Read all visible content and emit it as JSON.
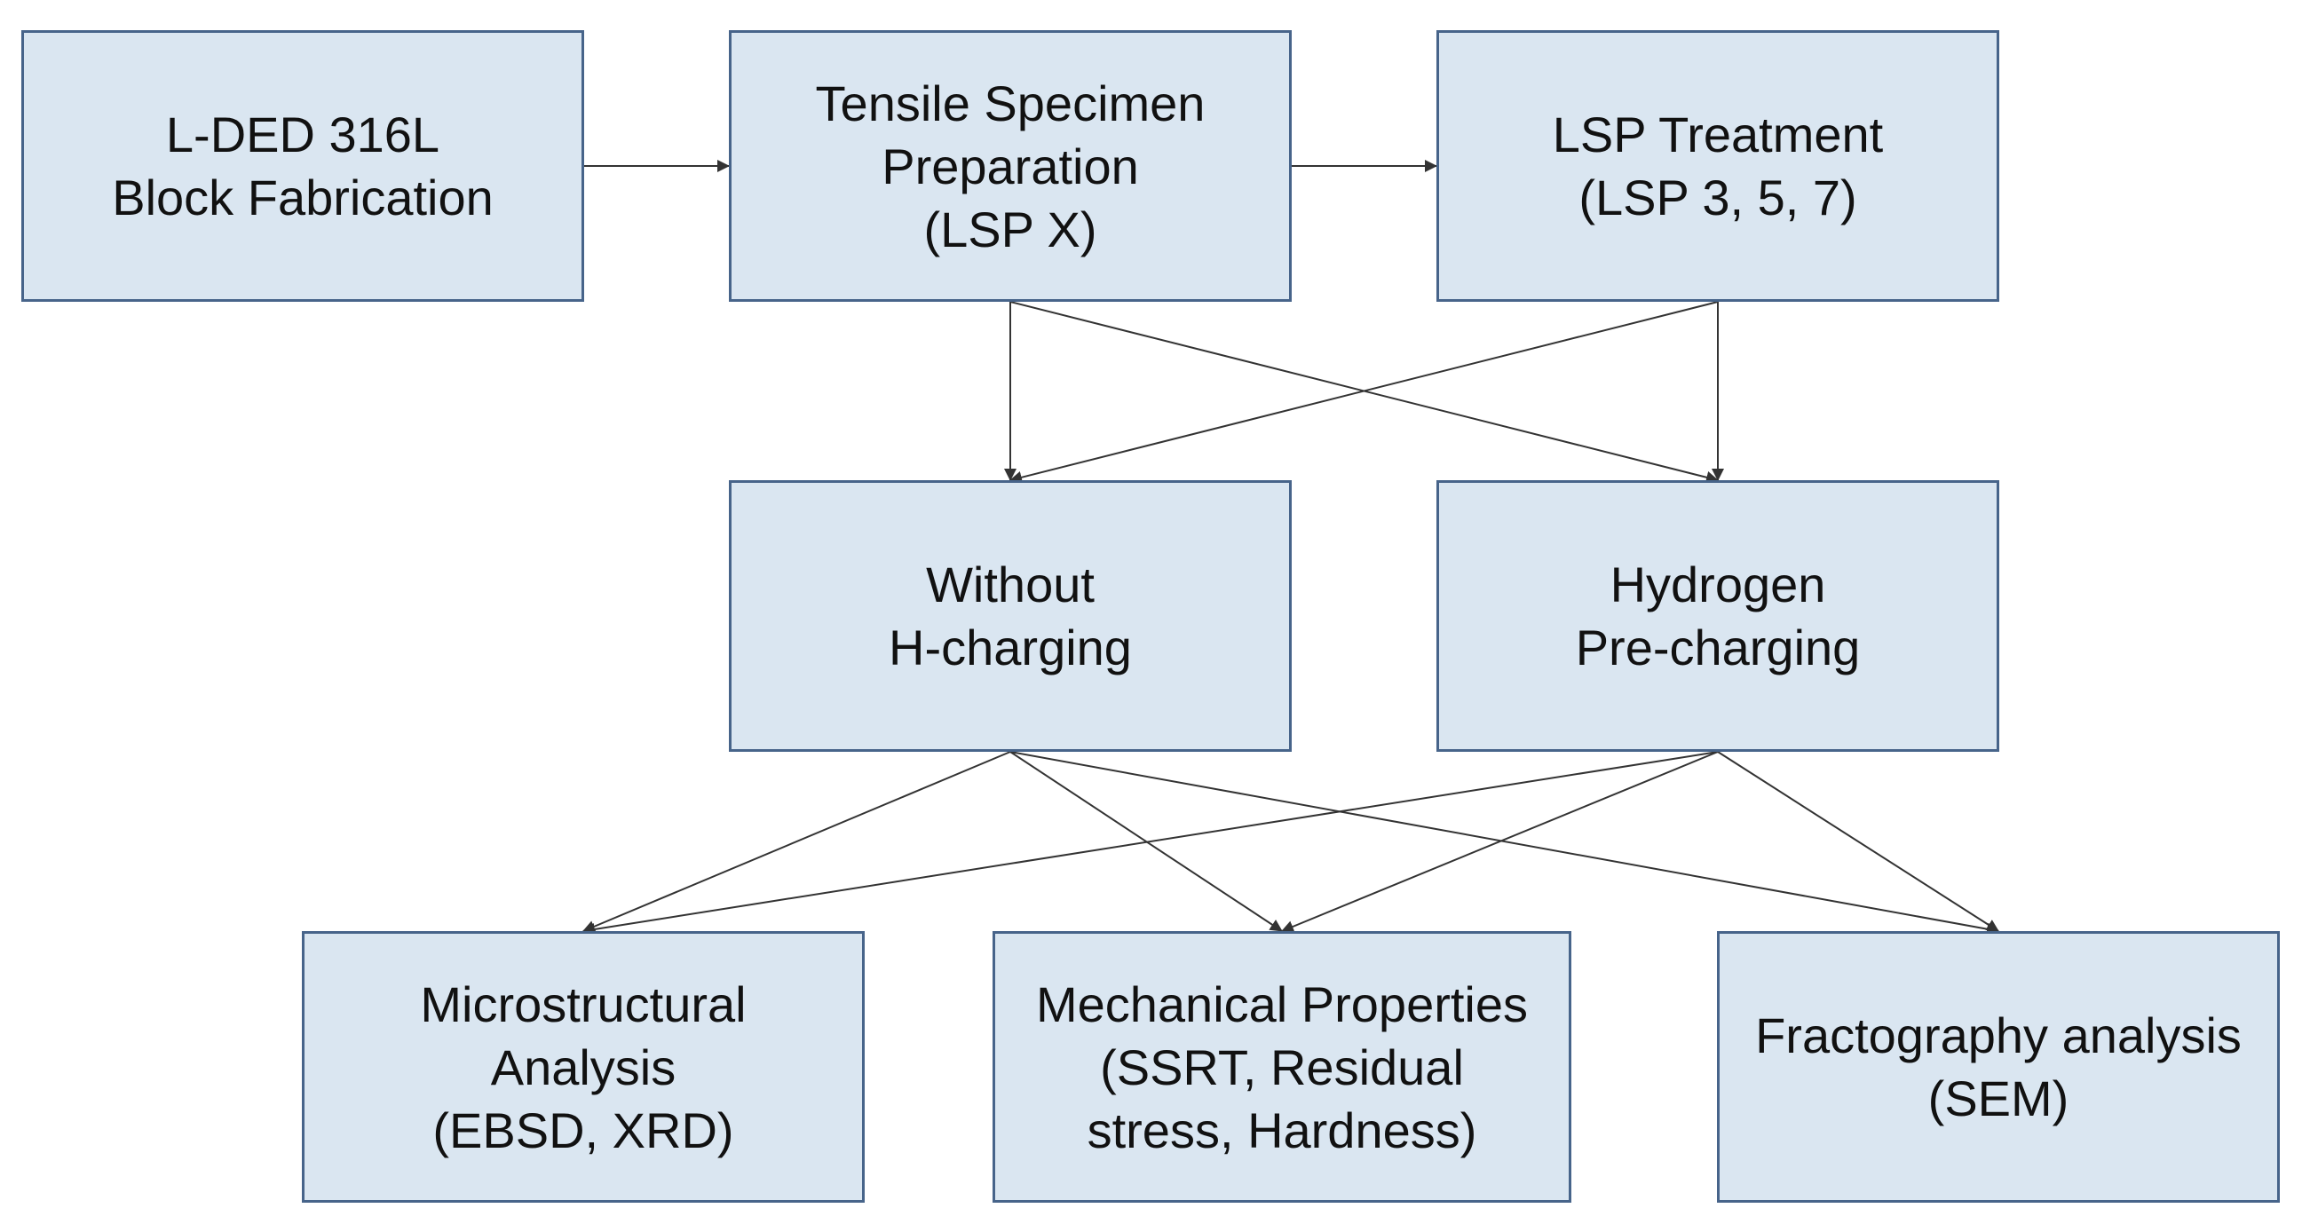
{
  "colors": {
    "box_fill": "#dae6f1",
    "box_border": "#47648a",
    "arrow": "#333333",
    "text": "#111111"
  },
  "nodes": {
    "block": {
      "lines": [
        "L-DED 316L",
        "Block Fabrication"
      ]
    },
    "tensile": {
      "lines": [
        "Tensile Specimen",
        "Preparation",
        "(LSP X)"
      ]
    },
    "lsp": {
      "lines": [
        "LSP Treatment",
        "(LSP 3, 5, 7)"
      ]
    },
    "without": {
      "lines": [
        "Without",
        "H-charging"
      ]
    },
    "hydro": {
      "lines": [
        "Hydrogen",
        "Pre-charging"
      ]
    },
    "micro": {
      "lines": [
        "Microstructural",
        "Analysis",
        "(EBSD, XRD)"
      ]
    },
    "mech": {
      "lines": [
        "Mechanical Properties",
        "(SSRT, Residual",
        "stress, Hardness)"
      ]
    },
    "fracto": {
      "lines": [
        "Fractography analysis",
        "(SEM)"
      ]
    }
  },
  "edges": [
    {
      "from": "block",
      "to": "tensile"
    },
    {
      "from": "tensile",
      "to": "lsp"
    },
    {
      "from": "tensile",
      "to": "without"
    },
    {
      "from": "tensile",
      "to": "hydro"
    },
    {
      "from": "lsp",
      "to": "without"
    },
    {
      "from": "lsp",
      "to": "hydro"
    },
    {
      "from": "without",
      "to": "micro"
    },
    {
      "from": "without",
      "to": "mech"
    },
    {
      "from": "without",
      "to": "fracto"
    },
    {
      "from": "hydro",
      "to": "micro"
    },
    {
      "from": "hydro",
      "to": "mech"
    },
    {
      "from": "hydro",
      "to": "fracto"
    }
  ]
}
